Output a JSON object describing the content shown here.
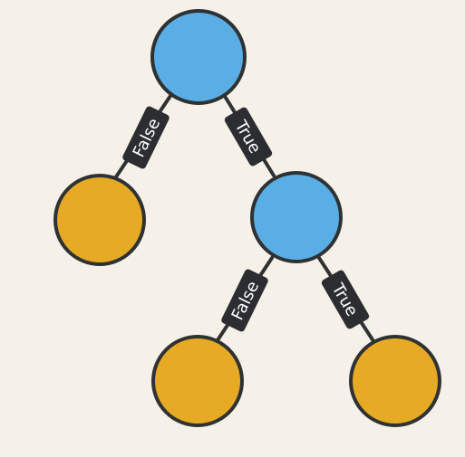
{
  "colors": {
    "background": "#f6f1e8",
    "decision_node": "#5aaee6",
    "leaf_node": "#e6aa25",
    "outline": "#2f3233",
    "tag_fill": "#2b2d30",
    "tag_text": "#ffffff"
  },
  "nodes": [
    {
      "id": "root",
      "kind": "decision"
    },
    {
      "id": "leaf-left",
      "kind": "leaf"
    },
    {
      "id": "child-right",
      "kind": "decision"
    },
    {
      "id": "leaf-mid",
      "kind": "leaf"
    },
    {
      "id": "leaf-right",
      "kind": "leaf"
    }
  ],
  "edges": [
    {
      "from": "root",
      "to": "leaf-left",
      "label": "False"
    },
    {
      "from": "root",
      "to": "child-right",
      "label": "True"
    },
    {
      "from": "child-right",
      "to": "leaf-mid",
      "label": "False"
    },
    {
      "from": "child-right",
      "to": "leaf-right",
      "label": "True"
    }
  ]
}
